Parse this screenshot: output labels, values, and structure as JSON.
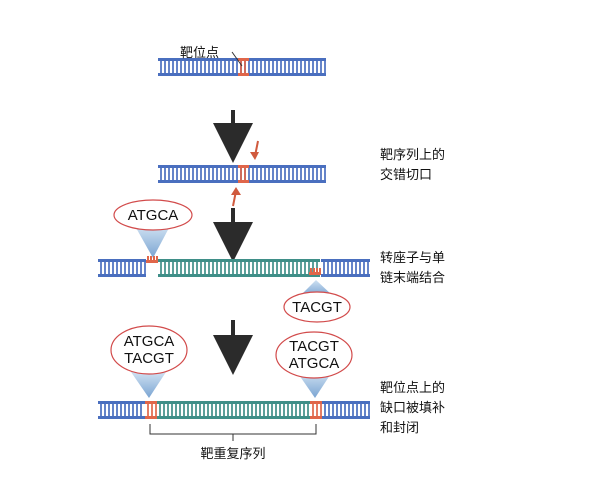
{
  "labels": {
    "target_site": "靶位点",
    "step1": [
      "靶序列上的",
      "交错切口"
    ],
    "step2": [
      "转座子与单",
      "链末端结合"
    ],
    "step3": [
      "靶位点上的",
      "缺口被填补",
      "和封闭"
    ],
    "bottom": "靶重复序列"
  },
  "sequences": {
    "top_left_bubble": [
      "ATGCA"
    ],
    "bottom_right_bubble": [
      "TACGT"
    ],
    "final_left_bubble": [
      "ATGCA",
      "TACGT"
    ],
    "final_right_bubble": [
      "TACGT",
      "ATGCA"
    ]
  },
  "colors": {
    "host_dna": "#4a6fbf",
    "transposon_dna": "#3f8f88",
    "target_site": "#e0664a",
    "arrow_dark": "#2b2b2b",
    "arrow_red": "#d05a3e",
    "bubble_border": "#d24b4b"
  }
}
